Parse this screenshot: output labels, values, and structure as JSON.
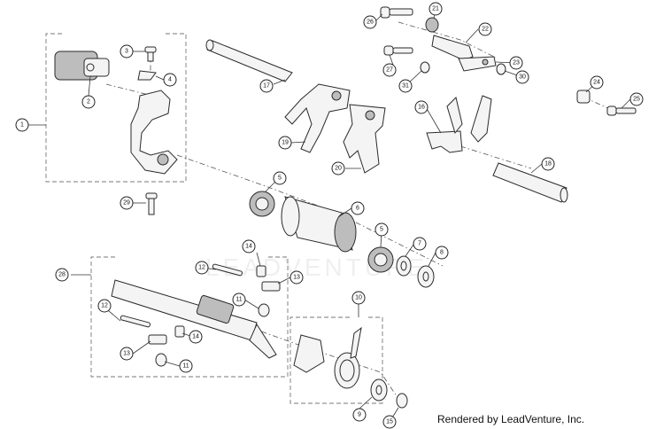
{
  "credit": "Rendered by LeadVenture, Inc.",
  "watermark": "LEADVENTURE",
  "callouts": [
    "1",
    "2",
    "3",
    "4",
    "5",
    "5",
    "6",
    "7",
    "8",
    "9",
    "10",
    "11",
    "11",
    "12",
    "12",
    "13",
    "13",
    "14",
    "14",
    "15",
    "16",
    "17",
    "18",
    "19",
    "20",
    "21",
    "22",
    "23",
    "24",
    "25",
    "26",
    "27",
    "28",
    "29",
    "30",
    "31"
  ]
}
